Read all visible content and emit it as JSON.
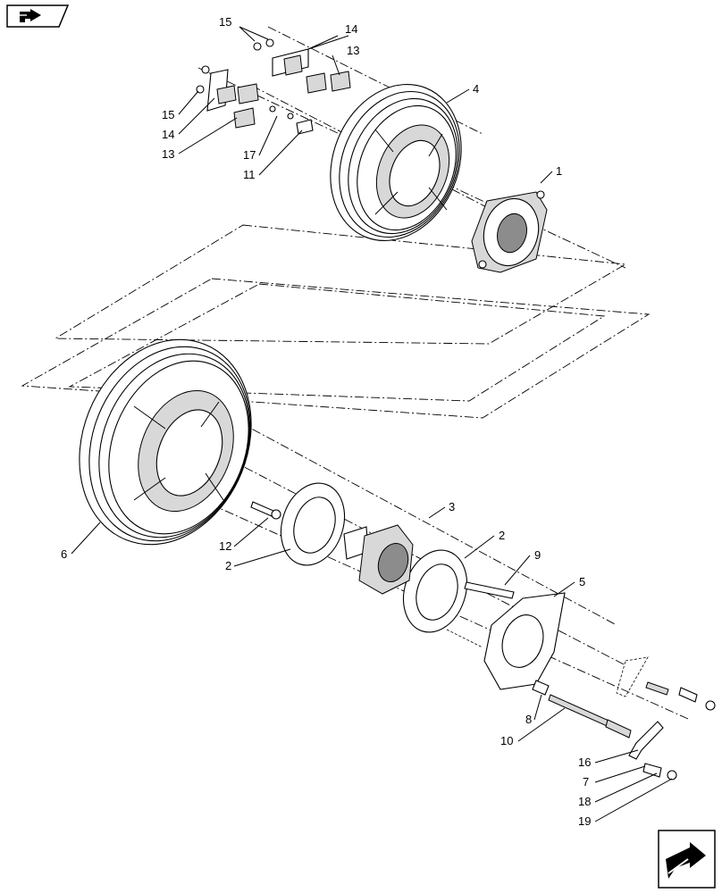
{
  "nav": {
    "back_icon": "back-arrow-icon",
    "next_icon": "next-arrow-icon"
  },
  "callouts": [
    {
      "id": "c15a",
      "text": "15"
    },
    {
      "id": "c14a",
      "text": "14"
    },
    {
      "id": "c13a",
      "text": "13"
    },
    {
      "id": "c15b",
      "text": "15"
    },
    {
      "id": "c14b",
      "text": "14"
    },
    {
      "id": "c13b",
      "text": "13"
    },
    {
      "id": "c17",
      "text": "17"
    },
    {
      "id": "c11",
      "text": "11"
    },
    {
      "id": "c4",
      "text": "4"
    },
    {
      "id": "c1",
      "text": "1"
    },
    {
      "id": "c6",
      "text": "6"
    },
    {
      "id": "c12",
      "text": "12"
    },
    {
      "id": "c2a",
      "text": "2"
    },
    {
      "id": "c3",
      "text": "3"
    },
    {
      "id": "c2b",
      "text": "2"
    },
    {
      "id": "c9",
      "text": "9"
    },
    {
      "id": "c5",
      "text": "5"
    },
    {
      "id": "c8",
      "text": "8"
    },
    {
      "id": "c10",
      "text": "10"
    },
    {
      "id": "c16",
      "text": "16"
    },
    {
      "id": "c7",
      "text": "7"
    },
    {
      "id": "c18",
      "text": "18"
    },
    {
      "id": "c19",
      "text": "19"
    }
  ]
}
